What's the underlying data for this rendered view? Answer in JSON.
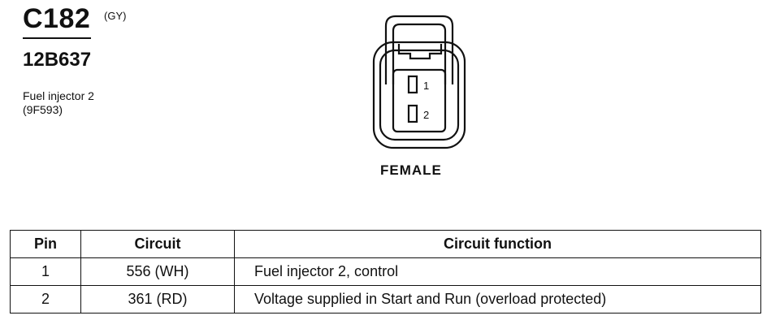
{
  "connector": {
    "id": "C182",
    "color_code": "(GY)",
    "part_number": "12B637",
    "description_line1": "Fuel injector 2",
    "description_line2": "(9F593)",
    "gender": "FEMALE",
    "pin_labels": [
      "1",
      "2"
    ]
  },
  "table": {
    "headers": {
      "pin": "Pin",
      "circuit": "Circuit",
      "function": "Circuit function"
    },
    "rows": [
      {
        "pin": "1",
        "circuit": "556 (WH)",
        "function": "Fuel injector 2, control"
      },
      {
        "pin": "2",
        "circuit": "361 (RD)",
        "function": "Voltage supplied in Start and Run (overload protected)"
      }
    ]
  }
}
